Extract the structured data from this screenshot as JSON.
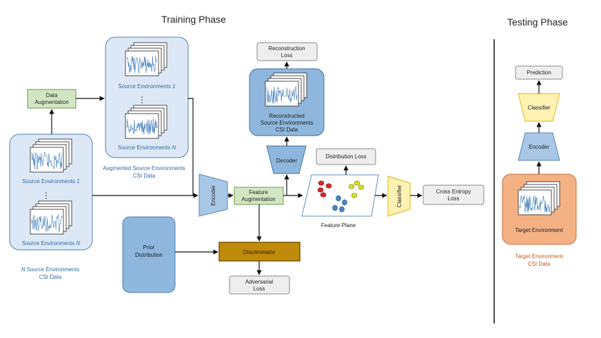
{
  "phases": {
    "training": "Training Phase",
    "testing": "Testing Phase"
  },
  "boxes": {
    "data_augmentation": [
      "Data",
      "Augmentation"
    ],
    "reconstruction_loss": [
      "Reconstruction",
      "Loss"
    ],
    "distribution_loss": "Distribution Loss",
    "cross_entropy_loss": [
      "Cross Entropy",
      "Loss"
    ],
    "feature_augmentation": [
      "Feature",
      "Augmentation"
    ],
    "discriminator": "Discriminator",
    "adversarial_loss": [
      "Adversarial",
      "Loss"
    ],
    "prior_distribution": [
      "Prior",
      "Distribution"
    ],
    "prediction": "Prediction",
    "target_environment": "Target Environment"
  },
  "blocks": {
    "encoder": "Encoder",
    "decoder": "Decoder",
    "classifier": "Classifier",
    "test_classifier": "Classifier",
    "test_encoder": "Encoder"
  },
  "panels": {
    "source": {
      "env1_prefix": "Source Environments ",
      "env1_index": "1",
      "envN_prefix": "Source Environments ",
      "envN_index": "N",
      "dots": "⋮"
    },
    "augmented": {
      "env1_prefix": "Source Environments ",
      "env1_index": "1",
      "envN_prefix": "Source Environments ",
      "envN_index": "N",
      "dots": "⋮"
    },
    "reconstructed": [
      "Reconstructed",
      "Source Environments",
      "CSI Data"
    ]
  },
  "captions": {
    "augmented": [
      "Augmented Source Environments",
      "CSI Data"
    ],
    "source_count": "N",
    "source": [
      " Source Environments",
      "CSI Data"
    ],
    "feature_plane": "Feature Plane",
    "target": [
      "Target Environment",
      "CSI Data"
    ]
  },
  "colors": {
    "panel_fill": "#dce8f5",
    "panel_stroke": "#4f7fb0",
    "green_fill": "#d2e6c3",
    "green_stroke": "#6a9a4a",
    "gray_fill": "#eeeeee",
    "gray_stroke": "#8a8a8a",
    "blue_block": "#a8c6e5",
    "decoder_fill": "#8fb6dc",
    "classifier_fill": "#fff2b3",
    "classifier_stroke": "#e8c030",
    "discriminator_fill": "#c08a0a",
    "discriminator_stroke": "#7a5500",
    "target_fill": "#f4b183",
    "target_stroke": "#c07040",
    "red_cluster": "#d42828",
    "yellow_cluster": "#d8e020",
    "blue_cluster": "#4a84c4"
  }
}
